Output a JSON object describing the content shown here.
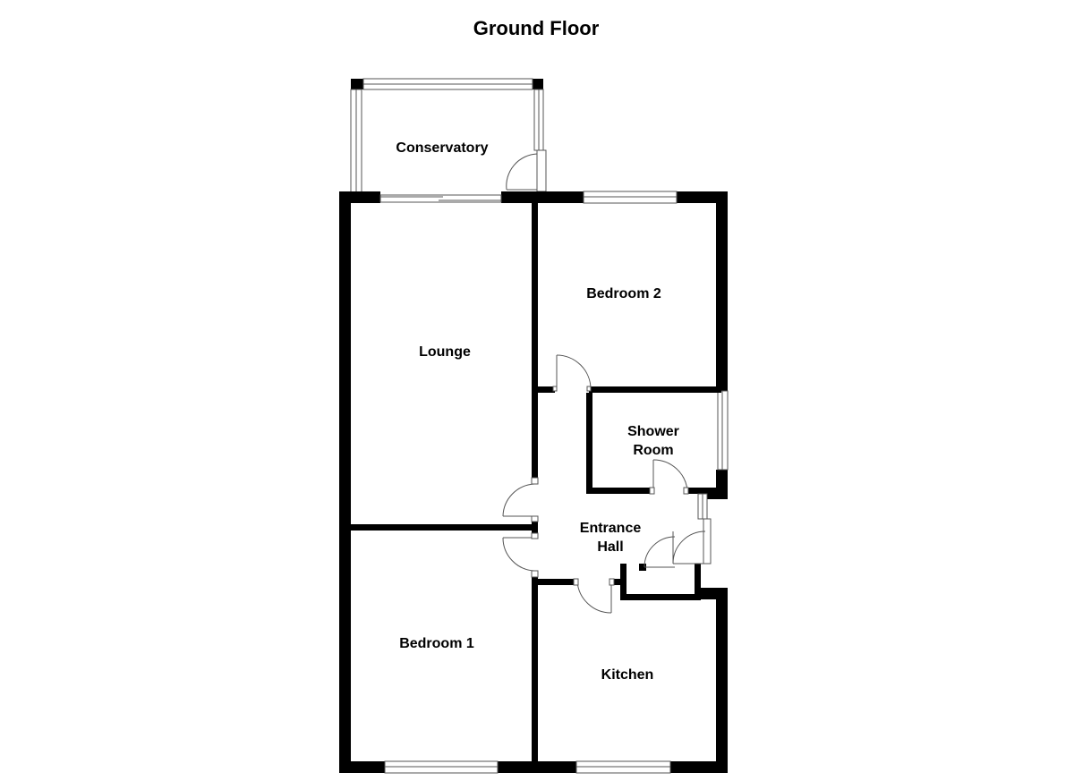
{
  "title": "Ground Floor",
  "rooms": {
    "conservatory": "Conservatory",
    "lounge": "Lounge",
    "bedroom_2": "Bedroom 2",
    "shower_room_line1": "Shower",
    "shower_room_line2": "Room",
    "entrance_hall_line1": "Entrance",
    "entrance_hall_line2": "Hall",
    "bedroom_1": "Bedroom 1",
    "kitchen": "Kitchen"
  },
  "colors": {
    "wall": "#000000",
    "background": "#ffffff",
    "window_stroke": "#555555"
  }
}
